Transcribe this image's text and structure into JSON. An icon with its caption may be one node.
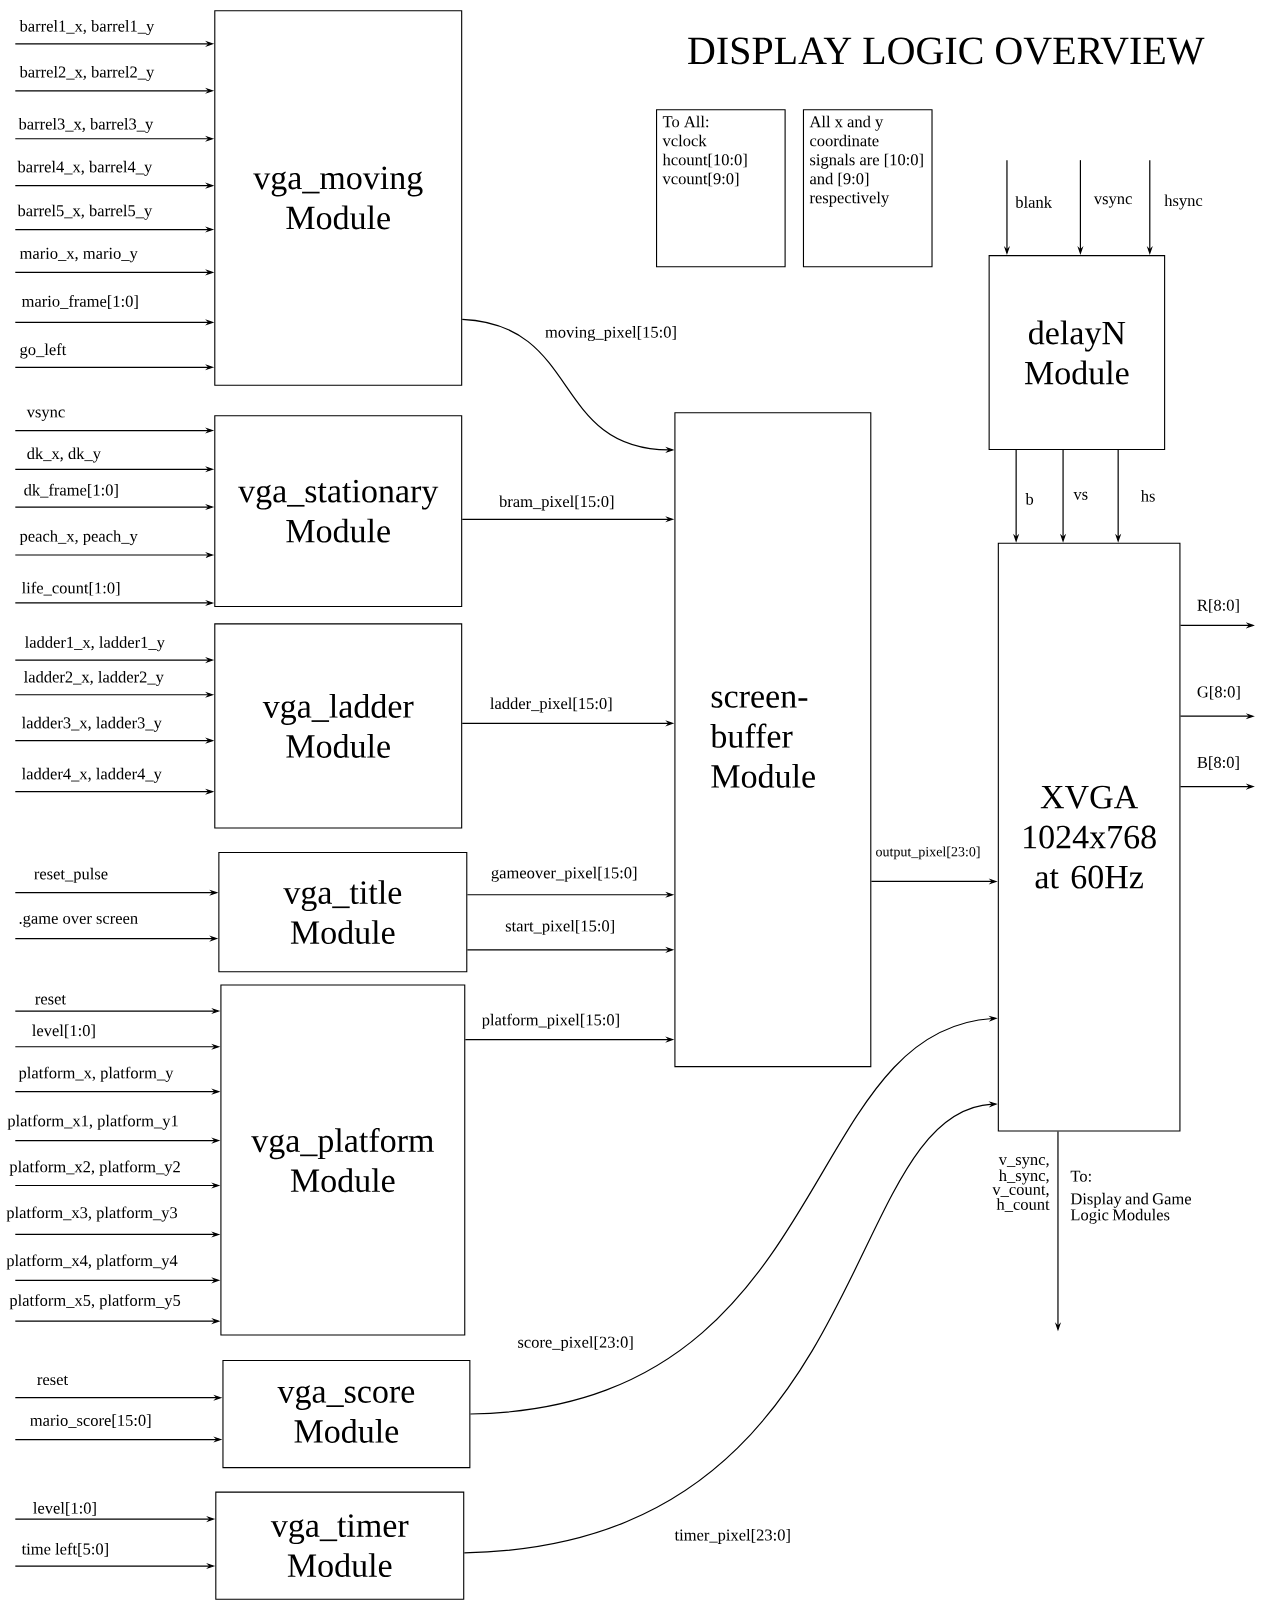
{
  "diagram": {
    "title": "DISPLAY LOGIC OVERVIEW",
    "nodes": [
      {
        "text": [
          "vga_moving Module"
        ]
      },
      {
        "text": [
          "vga_stationary Module"
        ]
      },
      {
        "text": [
          "vga_ladder Module"
        ]
      },
      {
        "text": [
          "vga_title Module"
        ]
      },
      {
        "text": [
          "vga_platform Module"
        ]
      },
      {
        "text": [
          "vga_score Module"
        ]
      },
      {
        "text": [
          "vga_timer Module"
        ]
      },
      {
        "text": [
          "screen-buffer Module"
        ]
      },
      {
        "text": [
          "delayN Module"
        ]
      },
      {
        "text": [
          "XVGA 1024x768 at 60Hz"
        ]
      },
      {
        "text": [
          "To All:",
          "vclock",
          "hcount[10:0]",
          "vcount[9:0]"
        ]
      },
      {
        "text": [
          "All x and y coordinate signals are [10:0] and [9:0] respectively"
        ]
      }
    ],
    "edges": [
      {
        "from": null,
        "to": 0,
        "arrow": "to",
        "label": "barrel1_x, barrel1_y"
      },
      {
        "from": null,
        "to": 0,
        "arrow": "to",
        "label": "barrel2_x, barrel2_y"
      },
      {
        "from": null,
        "to": 0,
        "arrow": "to",
        "label": "barrel3_x, barrel3_y"
      },
      {
        "from": null,
        "to": 0,
        "arrow": "to",
        "label": "barrel4_x, barrel4_y"
      },
      {
        "from": null,
        "to": 0,
        "arrow": "to",
        "label": "barrel5_x, barrel5_y"
      },
      {
        "from": null,
        "to": 0,
        "arrow": "to",
        "label": "mario_x, mario_y"
      },
      {
        "from": null,
        "to": 0,
        "arrow": "to",
        "label": "mario_frame[1:0]"
      },
      {
        "from": null,
        "to": 0,
        "arrow": "to",
        "label": "go_left"
      },
      {
        "from": null,
        "to": 1,
        "arrow": "to",
        "label": "vsync"
      },
      {
        "from": null,
        "to": 1,
        "arrow": "to",
        "label": "dk_x, dk_y"
      },
      {
        "from": null,
        "to": 1,
        "arrow": "to",
        "label": "dk_frame[1:0]"
      },
      {
        "from": null,
        "to": 1,
        "arrow": "to",
        "label": "peach_x, peach_y"
      },
      {
        "from": null,
        "to": 1,
        "arrow": "to",
        "label": "life_count[1:0]"
      },
      {
        "from": null,
        "to": 2,
        "arrow": "to",
        "label": "ladder1_x, ladder1_y"
      },
      {
        "from": null,
        "to": 2,
        "arrow": "to",
        "label": "ladder2_x, ladder2_y"
      },
      {
        "from": null,
        "to": 2,
        "arrow": "to",
        "label": "ladder3_x, ladder3_y"
      },
      {
        "from": null,
        "to": 2,
        "arrow": "to",
        "label": "ladder4_x, ladder4_y"
      },
      {
        "from": null,
        "to": 3,
        "arrow": "to",
        "label": "reset_pulse"
      },
      {
        "from": null,
        "to": 3,
        "arrow": "to",
        "label": ".game over screen"
      },
      {
        "from": null,
        "to": 4,
        "arrow": "to",
        "label": "reset"
      },
      {
        "from": null,
        "to": 4,
        "arrow": "to",
        "label": "level[1:0]"
      },
      {
        "from": null,
        "to": 4,
        "arrow": "to",
        "label": "platform_x, platform_y"
      },
      {
        "from": null,
        "to": 4,
        "arrow": "to",
        "label": "platform_x1, platform_y1"
      },
      {
        "from": null,
        "to": 4,
        "arrow": "to",
        "label": "platform_x2, platform_y2"
      },
      {
        "from": null,
        "to": 4,
        "arrow": "to",
        "label": "platform_x3, platform_y3"
      },
      {
        "from": null,
        "to": 4,
        "arrow": "to",
        "label": "platform_x4, platform_y4"
      },
      {
        "from": null,
        "to": 4,
        "arrow": "to",
        "label": "platform_x5, platform_y5"
      },
      {
        "from": null,
        "to": 5,
        "arrow": "to",
        "label": "reset"
      },
      {
        "from": null,
        "to": 5,
        "arrow": "to",
        "label": "mario_score[15:0]"
      },
      {
        "from": null,
        "to": 6,
        "arrow": "to",
        "label": "level[1:0]"
      },
      {
        "from": null,
        "to": 6,
        "arrow": "to",
        "label": "time left[5:0]"
      },
      {
        "from": 0,
        "to": 7,
        "arrow": "to",
        "label": "moving_pixel[15:0]"
      },
      {
        "from": 1,
        "to": 7,
        "arrow": "to",
        "label": "bram_pixel[15:0]"
      },
      {
        "from": 2,
        "to": 7,
        "arrow": "to",
        "label": "ladder_pixel[15:0]"
      },
      {
        "from": 3,
        "to": 7,
        "arrow": "to",
        "label": "gameover_pixel[15:0]"
      },
      {
        "from": 3,
        "to": 7,
        "arrow": "to",
        "label": "start_pixel[15:0]"
      },
      {
        "from": 4,
        "to": 7,
        "arrow": "to",
        "label": "platform_pixel[15:0]"
      },
      {
        "from": 7,
        "to": 9,
        "arrow": "to",
        "label": "output_pixel[23:0]"
      },
      {
        "from": 5,
        "to": 9,
        "arrow": "to",
        "label": "score_pixel[23:0]"
      },
      {
        "from": 6,
        "to": 9,
        "arrow": "to",
        "label": "timer_pixel[23:0]"
      },
      {
        "from": null,
        "to": 8,
        "arrow": "to",
        "label": "blank"
      },
      {
        "from": null,
        "to": 8,
        "arrow": "to",
        "label": "vsync"
      },
      {
        "from": null,
        "to": 8,
        "arrow": "to",
        "label": "hsync"
      },
      {
        "from": 8,
        "to": 9,
        "arrow": "to",
        "label": "b"
      },
      {
        "from": 8,
        "to": 9,
        "arrow": "to",
        "label": "vs"
      },
      {
        "from": 8,
        "to": 9,
        "arrow": "to",
        "label": "hs"
      },
      {
        "from": 9,
        "to": null,
        "arrow": "to",
        "label": "R[8:0]"
      },
      {
        "from": 9,
        "to": null,
        "arrow": "to",
        "label": "G[8:0]"
      },
      {
        "from": 9,
        "to": null,
        "arrow": "to",
        "label": "B[8:0]"
      },
      {
        "from": 9,
        "to": null,
        "arrow": "to",
        "label": "v_sync, h_sync, v_count, h_count"
      }
    ],
    "labels": [
      "To:",
      "Display and Game Logic Modules"
    ]
  }
}
